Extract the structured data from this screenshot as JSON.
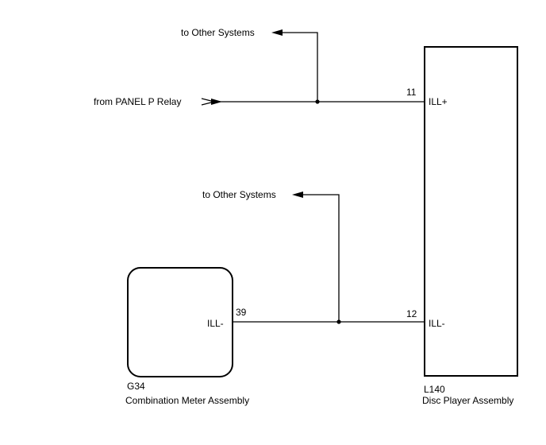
{
  "labels": {
    "to_other_systems_top": "to Other Systems",
    "from_panel_relay": "from PANEL P Relay",
    "to_other_systems_mid": "to Other Systems"
  },
  "disc_player": {
    "code": "L140",
    "name": "Disc Player Assembly",
    "pins": [
      {
        "number": "11",
        "name": "ILL+"
      },
      {
        "number": "12",
        "name": "ILL-"
      }
    ]
  },
  "combination_meter": {
    "code": "G34",
    "name": "Combination Meter Assembly",
    "pin": {
      "number": "39",
      "name": "ILL-"
    }
  }
}
